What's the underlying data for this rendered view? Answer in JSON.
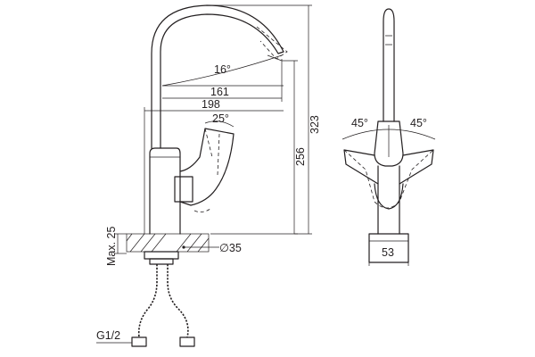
{
  "dimensions": {
    "angle_spout": "16°",
    "len_161": "161",
    "len_198": "198",
    "angle_lever": "25°",
    "height_256": "256",
    "height_323": "323",
    "max_25": "Max. 25",
    "hole_diameter": "∅35",
    "thread": "G1/2",
    "angle_left": "45°",
    "angle_right": "45°",
    "base_width": "53"
  }
}
